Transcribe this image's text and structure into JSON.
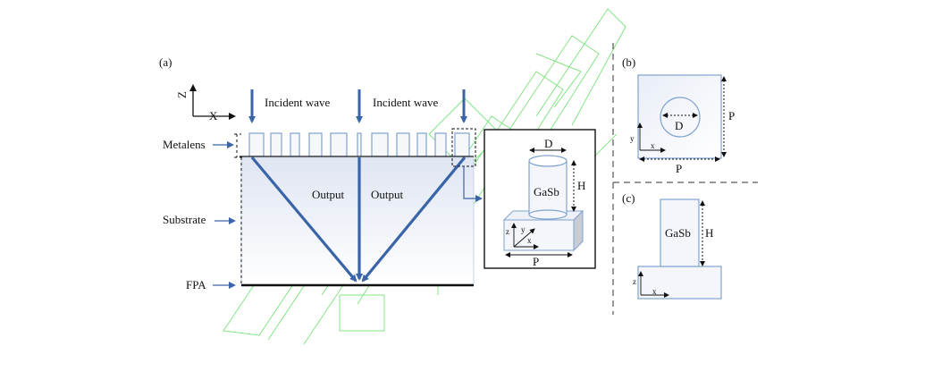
{
  "panels": {
    "a": "(a)",
    "b": "(b)",
    "c": "(c)"
  },
  "labels": {
    "incident_wave_left": "Incident wave",
    "incident_wave_right": "Incident wave",
    "output_left": "Output",
    "output_right": "Output",
    "metalens": "Metalens",
    "substrate": "Substrate",
    "fpa": "FPA",
    "axis_z": "Z",
    "axis_x": "X"
  },
  "unit_cell_3d": {
    "material": "GaSb",
    "diameter": "D",
    "height": "H",
    "period": "P",
    "axis_z": "z",
    "axis_y": "y",
    "axis_x": "x"
  },
  "top_view": {
    "diameter": "D",
    "period_x": "P",
    "period_y": "P",
    "axis_y": "y",
    "axis_x": "x"
  },
  "side_view": {
    "material": "GaSb",
    "height": "H",
    "axis_z": "z",
    "axis_x": "x"
  },
  "colors": {
    "arrow_blue": "#3a64a8",
    "structure_outline": "#7fa3cf",
    "substrate_fill": "#e6ebf5",
    "watermark_green": "#1fd11f"
  }
}
